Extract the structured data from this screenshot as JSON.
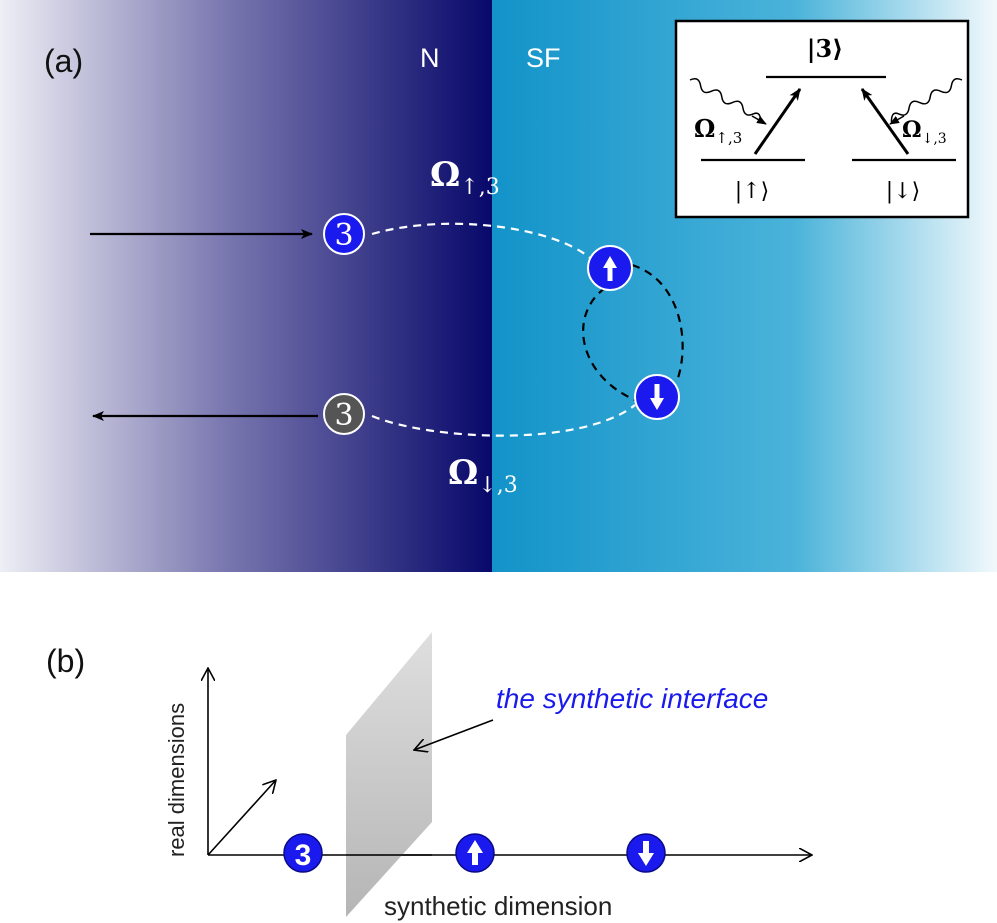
{
  "panel_a": {
    "label": "(a)",
    "region_left": "N",
    "region_right": "SF",
    "incoming_state": "3",
    "outgoing_state": "3",
    "spin_up_glyph": "↑",
    "spin_down_glyph": "↓",
    "omega_top": {
      "symbol": "Ω",
      "sub": "↑,3"
    },
    "omega_bottom": {
      "symbol": "Ω",
      "sub": "↓,3"
    },
    "inset": {
      "level_top": "|3⟩",
      "level_left": "|↑⟩",
      "level_right": "|↓⟩",
      "omega_left": {
        "symbol": "Ω",
        "sub": "↑,3"
      },
      "omega_right": {
        "symbol": "Ω",
        "sub": "↓,3"
      }
    },
    "colors": {
      "normal_dark": "#0a0a6e",
      "superfluid": "#1aa0d2",
      "state3_blue": "#1a1aee",
      "state3_gray": "#555555"
    }
  },
  "panel_b": {
    "label": "(b)",
    "y_axis_label": "real dimensions",
    "x_axis_label": "synthetic dimension",
    "interface_label": "the synthetic interface",
    "sites": [
      "3",
      "↑",
      "↓"
    ],
    "colors": {
      "interface_label": "#1a1aee",
      "plane": "#bdbdbd"
    }
  }
}
